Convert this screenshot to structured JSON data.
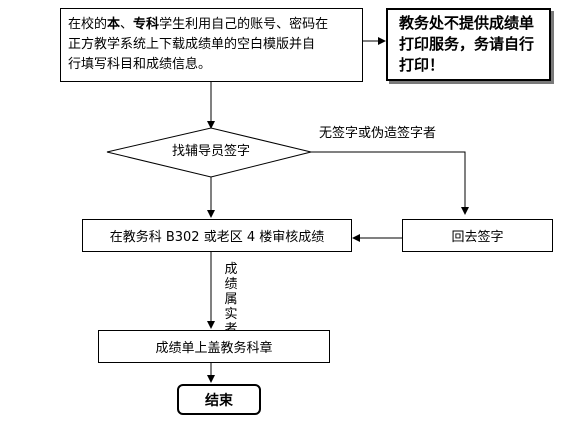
{
  "nodes": {
    "start_line1_pre": "在校的",
    "start_line1_bold1": "本",
    "start_line1_sep": "、",
    "start_line1_bold2": "专科",
    "start_line1_post": "学生利用自己的账号、密码在",
    "start_line2": "正方教学系统上下载成绩单的空白模版并自",
    "start_line3": "行填写科目和成绩信息。",
    "notice_line1": "教务处不提供成绩单",
    "notice_line2": "打印服务，务请自行",
    "notice_line3": "打印！",
    "decision": "找辅导员签字",
    "review": "在教务科 B302 或老区 4 楼审核成绩",
    "return": "回去签字",
    "stamp": "成绩单上盖教务科章",
    "end": "结束"
  },
  "labels": {
    "no_signature": "无签字或伪造签字者",
    "verified_chars": [
      "成",
      "绩",
      "属",
      "实",
      "者"
    ]
  }
}
